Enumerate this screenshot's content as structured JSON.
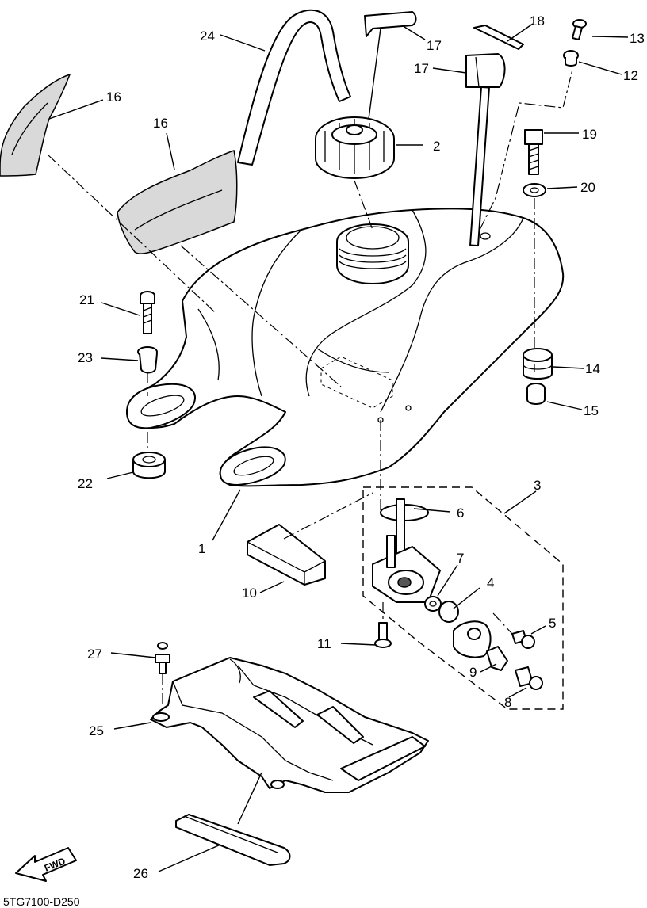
{
  "diagram_code": "5TG7100-D250",
  "fwd_label": "FWD",
  "labels": {
    "p1": "1",
    "p2": "2",
    "p3": "3",
    "p4": "4",
    "p5": "5",
    "p6": "6",
    "p7": "7",
    "p8": "8",
    "p9": "9",
    "p10": "10",
    "p11": "11",
    "p12": "12",
    "p13": "13",
    "p14": "14",
    "p15": "15",
    "p16a": "16",
    "p16b": "16",
    "p17a": "17",
    "p17b": "17",
    "p18": "18",
    "p19": "19",
    "p20": "20",
    "p21": "21",
    "p22": "22",
    "p23": "23",
    "p24": "24",
    "p25": "25",
    "p26": "26",
    "p27": "27"
  },
  "colors": {
    "line": "#000000",
    "background": "#ffffff"
  }
}
